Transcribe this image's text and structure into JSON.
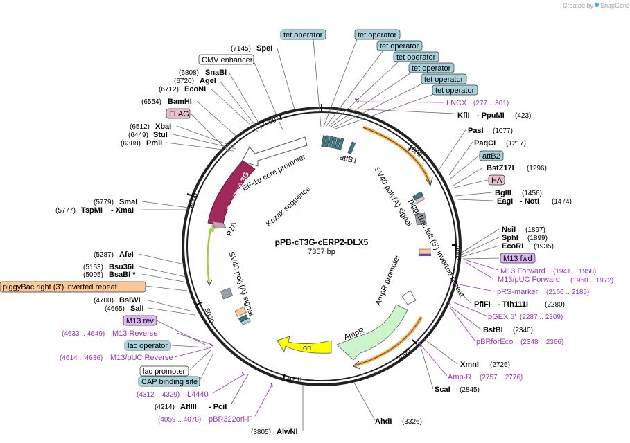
{
  "credit": {
    "prefix": "Created by",
    "brand": "SnapGene"
  },
  "plasmid": {
    "name": "pPB-cT3G-cERP2-DLX5",
    "size": "7357 bp"
  },
  "ticks": [
    "1000",
    "2000",
    "3000",
    "4000",
    "5000",
    "6000",
    "7000"
  ],
  "boxed_features": {
    "tet_operators": [
      "tet operator",
      "tet operator",
      "tet operator",
      "tet operator",
      "tet operator",
      "tet operator",
      "tet operator"
    ],
    "cmv_enhancer": "CMV enhancer",
    "flag": "FLAG",
    "att_b2": "attB2",
    "ha": "HA",
    "m13_fwd": "M13 fwd",
    "piggybac_right": "piggyBac right (3') inverted repeat",
    "m13_rev": "M13 rev",
    "lac_operator": "lac operator",
    "lac_promoter": "lac promoter",
    "cap_site": "CAP binding site"
  },
  "enzymes": {
    "spei": {
      "pos": "(7145)",
      "name": "SpeI"
    },
    "snabi": {
      "pos": "(6808)",
      "name": "SnaBI"
    },
    "agei": {
      "pos": "(6720)",
      "name": "AgeI"
    },
    "econi": {
      "pos": "(6712)",
      "name": "EcoNI"
    },
    "bamhi": {
      "pos": "(6554)",
      "name": "BamHI"
    },
    "xbai": {
      "pos": "(6512)",
      "name": "XbaI"
    },
    "stui": {
      "pos": "(6449)",
      "name": "StuI"
    },
    "pmli": {
      "pos": "(6388)",
      "name": "PmlI"
    },
    "smai": {
      "pos": "(5779)",
      "name": "SmaI"
    },
    "tspmi": {
      "pos": "(5777)",
      "name": "TspMI",
      "sep": "- XmaI"
    },
    "afei": {
      "pos": "(5287)",
      "name": "AfeI"
    },
    "bsu36i": {
      "pos": "(5153)",
      "name": "Bsu36I"
    },
    "bsabi": {
      "pos": "(5095)",
      "name": "BsaBI *"
    },
    "bsiwi": {
      "pos": "(4700)",
      "name": "BsiWI"
    },
    "sali": {
      "pos": "(4665)",
      "name": "SalI"
    },
    "aflIII": {
      "pos": "(4214)",
      "name": "AflIII",
      "sep": "- PciI"
    },
    "alwni": {
      "pos": "(3805)",
      "name": "AlwNI"
    },
    "kfli": {
      "name": "KflI",
      "sep": "- PpuMI",
      "pos": "(423)"
    },
    "pasi": {
      "name": "PasI",
      "pos": "(1077)"
    },
    "paqci": {
      "name": "PaqCI",
      "pos": "(1217)"
    },
    "bstz17i": {
      "name": "BstZ17I",
      "pos": "(1296)"
    },
    "bglii": {
      "name": "BglII",
      "pos": "(1456)"
    },
    "eagi": {
      "name": "EagI",
      "sep": "- NotI",
      "pos": "(1474)"
    },
    "nsii": {
      "name": "NsiI",
      "pos": "(1897)"
    },
    "sphi": {
      "name": "SphI",
      "pos": "(1899)"
    },
    "ecori": {
      "name": "EcoRI",
      "pos": "(1935)"
    },
    "pflfi": {
      "name": "PflFI",
      "sep": "- Tth111I",
      "pos": "(2280)"
    },
    "bstbi": {
      "name": "BstBI",
      "pos": "(2340)"
    },
    "xmni": {
      "name": "XmnI",
      "pos": "(2726)"
    },
    "scai": {
      "name": "ScaI",
      "pos": "(2845)"
    },
    "ahdi": {
      "name": "AhdI",
      "pos": "(3326)"
    }
  },
  "primers": {
    "lncx": {
      "name": "LNCX",
      "pos": "(277 .. 301)"
    },
    "m13_forward": {
      "name": "M13 Forward",
      "pos": "(1941 .. 1958)"
    },
    "m13_puc_forward": {
      "name": "M13/pUC Forward",
      "pos": "(1950 .. 1972)"
    },
    "prs_marker": {
      "name": "pRS-marker",
      "pos": "(2166 .. 2185)"
    },
    "pgex3": {
      "name": "pGEX 3'",
      "pos": "(2287 .. 2309)"
    },
    "pbrforeco": {
      "name": "pBRforEco",
      "pos": "(2348 .. 2366)"
    },
    "amp_r": {
      "name": "Amp-R",
      "pos": "(2757 .. 2776)"
    },
    "m13_reverse": {
      "pos": "(4633 .. 4649)",
      "name": "M13 Reverse"
    },
    "m13_puc_reverse": {
      "pos": "(4614 .. 4636)",
      "name": "M13/pUC Reverse"
    },
    "l4440": {
      "pos": "(4312 .. 4329)",
      "name": "L4440"
    },
    "pbr322ori": {
      "pos": "(4059 .. 4078)",
      "name": "pBR322ori-F"
    }
  },
  "inner_labels": {
    "ef1a": "EF-1α core promoter",
    "tet_on": "Tet-On® 3G",
    "kozak": "Kozak sequence",
    "p2a": "P2A",
    "sv40_left": "SV40 poly(A) signal",
    "attb1": "attB1",
    "sv40_right": "SV40 poly(A) signal",
    "pb_left": "piggyBac left (5') inverted repeat",
    "ampr_promoter": "AmpR promoter",
    "ampr": "AmpR",
    "ori": "ori"
  },
  "colors": {
    "backbone": "#222222",
    "tet_box": "#a8d1dc",
    "ori": "#ffff00",
    "ampr": "#ccf5cc",
    "tet_on": "#a0285a",
    "flag_box": "#e6bfc9",
    "m13_box": "#d8b4f0",
    "piggybac_box": "#fbc89a",
    "primer": "#9b30c8",
    "orange_glow": "#f2a33a",
    "green_glow": "#9ad23a"
  }
}
